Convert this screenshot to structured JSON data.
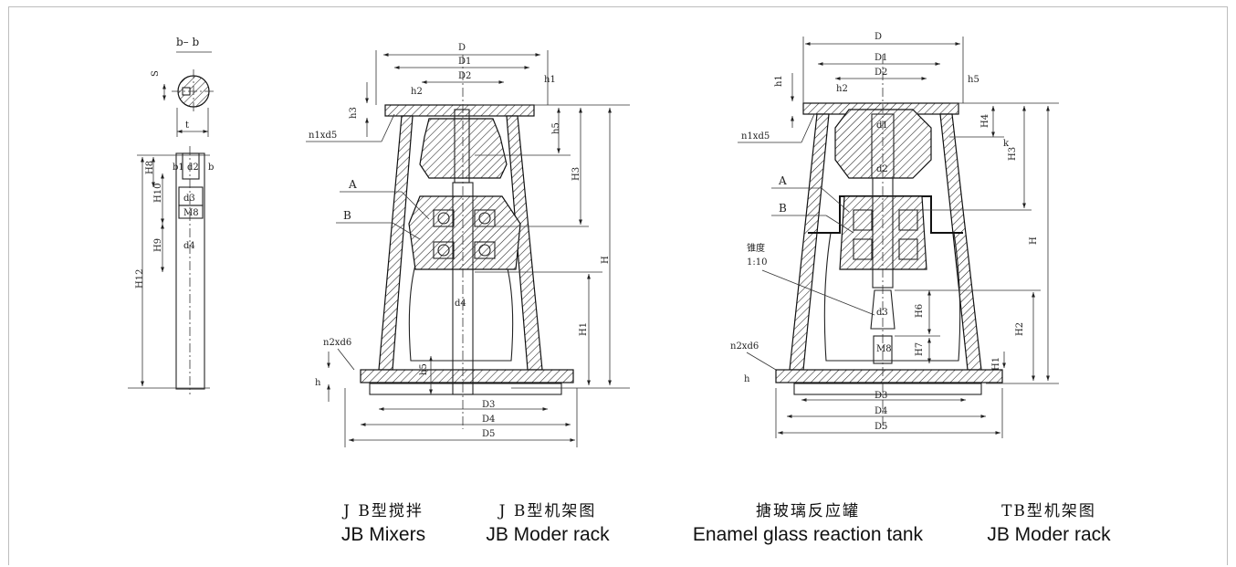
{
  "labels": {
    "bb": "b– b",
    "S": "S",
    "t": "t",
    "b": "b",
    "b1": "b1",
    "d2": "d2",
    "d3": "d3",
    "M": "M8",
    "H8": "H8",
    "H9": "H9",
    "H10": "H10",
    "H12": "H12",
    "d4": "d4",
    "D": "D",
    "D1": "D1",
    "D2": "D2",
    "h1": "h1",
    "h2": "h2",
    "h3": "h3",
    "h5": "h5",
    "n1xd5": "n1xd5",
    "n2xd6": "n2xd6",
    "A": "A",
    "B": "B",
    "H": "H",
    "H1": "H1",
    "H2": "H2",
    "H3": "H3",
    "H4": "H4",
    "H6": "H6",
    "H7": "H7",
    "D3": "D3",
    "D4": "D4",
    "D5": "D5",
    "d1": "d1",
    "k": "k",
    "taper_zh": "锥度",
    "taper_ratio": "1:10",
    "h": "h"
  },
  "captions": [
    {
      "zh": "J B型搅拌",
      "en": "JB Mixers"
    },
    {
      "zh": "J B型机架图",
      "en": "JB Moder rack"
    },
    {
      "zh": "搪玻璃反应罐",
      "en": "Enamel glass reaction tank"
    },
    {
      "zh": "TB型机架图",
      "en": "JB Moder rack"
    }
  ]
}
